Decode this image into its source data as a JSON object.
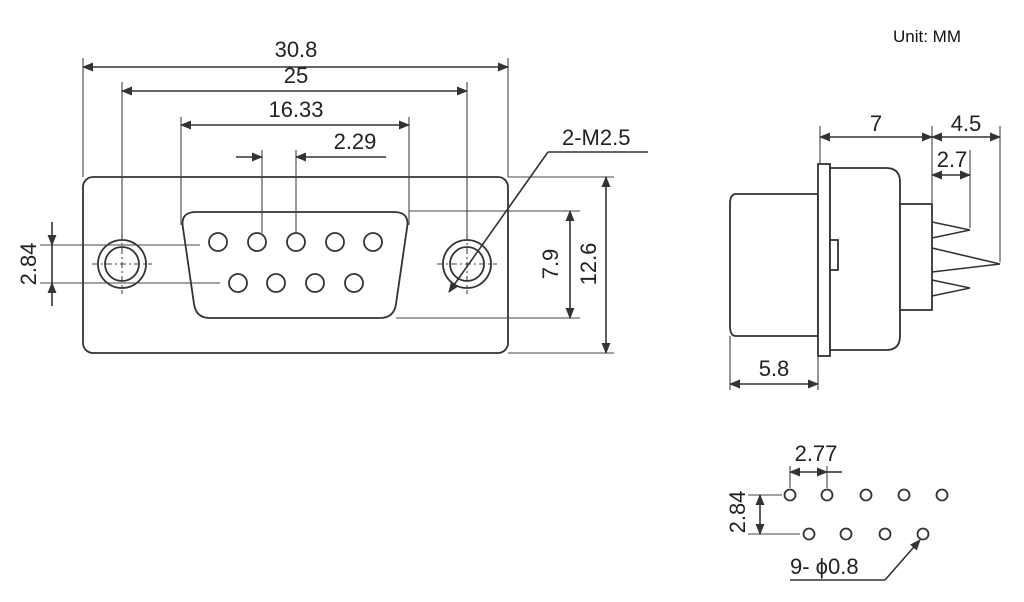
{
  "unit_label": "Unit: MM",
  "front_view": {
    "overall_width": "30.8",
    "hole_spacing": "25",
    "shell_width": "16.33",
    "pin_pitch": "2.29",
    "mount_holes": "2-M2.5",
    "hole_offset": "2.84",
    "shell_height": "7.9",
    "overall_height": "12.6"
  },
  "side_view": {
    "depth_front": "7",
    "depth_pins": "4.5",
    "pin_length": "2.7",
    "flange_offset": "5.8"
  },
  "pin_layout": {
    "pitch": "2.77",
    "row_spacing": "2.84",
    "pin_holes": "9- ϕ0.8"
  }
}
